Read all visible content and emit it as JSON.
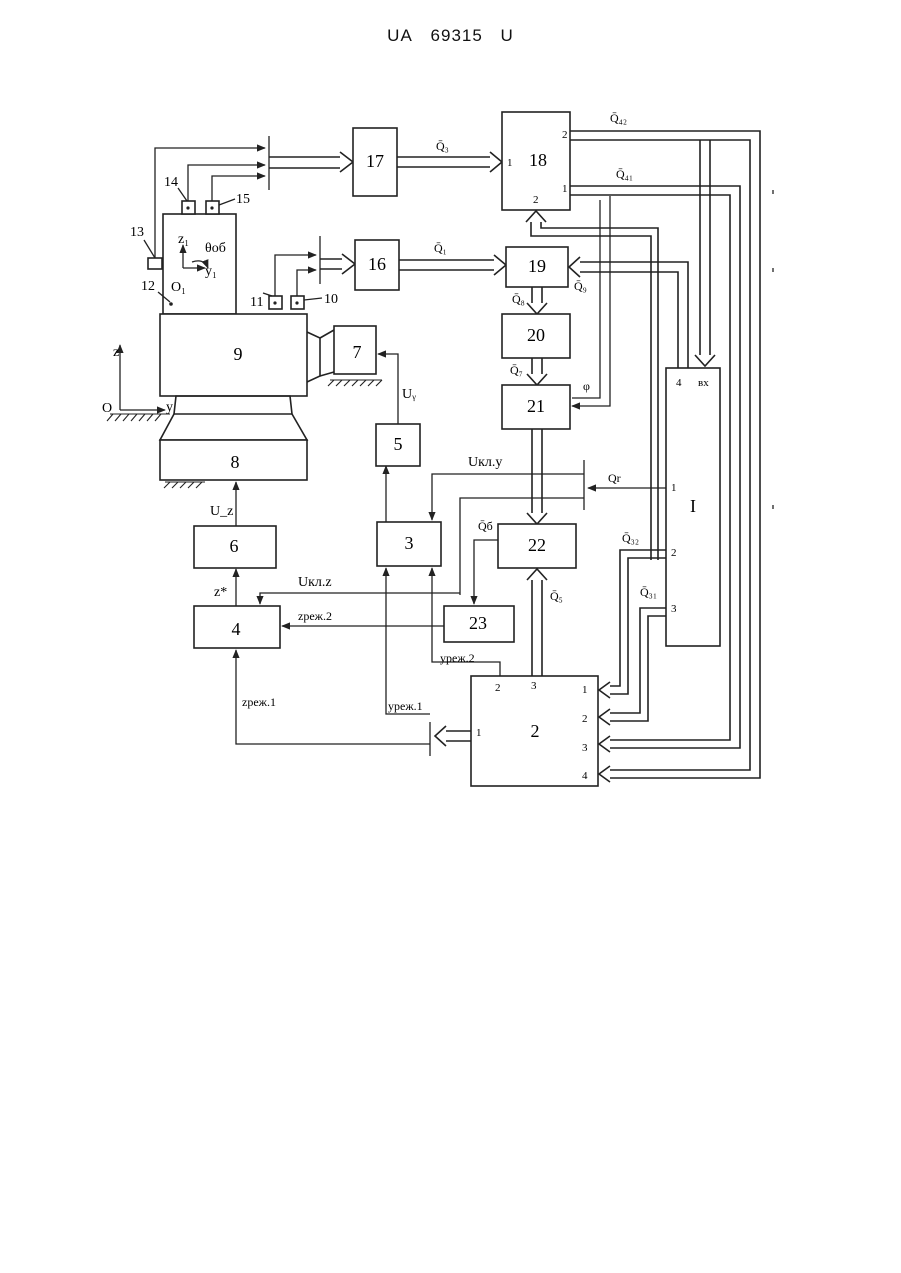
{
  "header": {
    "country": "UA",
    "number": "69315",
    "kind": "U"
  },
  "blocks": {
    "b2": "2",
    "b3": "3",
    "b4": "4",
    "b5": "5",
    "b6": "6",
    "b7": "7",
    "b8": "8",
    "b9": "9",
    "b16": "16",
    "b17": "17",
    "b18": "18",
    "b19": "19",
    "b20": "20",
    "b21": "21",
    "b22": "22",
    "b23": "23",
    "bI": "I"
  },
  "items": {
    "n10": "10",
    "n11": "11",
    "n12": "12",
    "n13": "13",
    "n14": "14",
    "n15": "15"
  },
  "signals": {
    "Q3": "Q̄₃",
    "Q1": "Q̄₁",
    "Q42": "Q̄₄₂",
    "Q41": "Q̄₄₁",
    "Q8": "Q̄₈",
    "Q7": "Q̄₇",
    "Q9": "Q̄₉",
    "phi": "φ",
    "Uy": "Uᵧ",
    "Ukly": "Uкл.y",
    "Qr": "Qr",
    "Uz": "U_z",
    "Qb": "Q̄б",
    "Q32": "Q̄₃₂",
    "Ukl z": "Uкл.z",
    "zstar": "z*",
    "zrezh2": "zреж.2",
    "Q5": "Q̄₅",
    "Q31": "Q̄₃₁",
    "yrezh2": "yреж.2",
    "zrezh1": "zреж.1",
    "yrezh1": "yреж.1"
  },
  "coords": {
    "O": "O",
    "y": "y",
    "z": "z",
    "O1": "O₁",
    "y1": "y₁",
    "z1": "z₁",
    "theta": "θоб"
  },
  "ports": {
    "p18_1": "1",
    "p18_2": "2",
    "p18_2b": "2",
    "p18_1b": "1",
    "pI_4": "4",
    "pI_vx": "вх",
    "pI_1": "1",
    "pI_2": "2",
    "pI_3": "3",
    "p2_2": "2",
    "p2_3": "3",
    "p2_1": "1",
    "p2_r1": "1",
    "p2_r2": "2",
    "p2_r3": "3",
    "p2_r4": "4"
  }
}
